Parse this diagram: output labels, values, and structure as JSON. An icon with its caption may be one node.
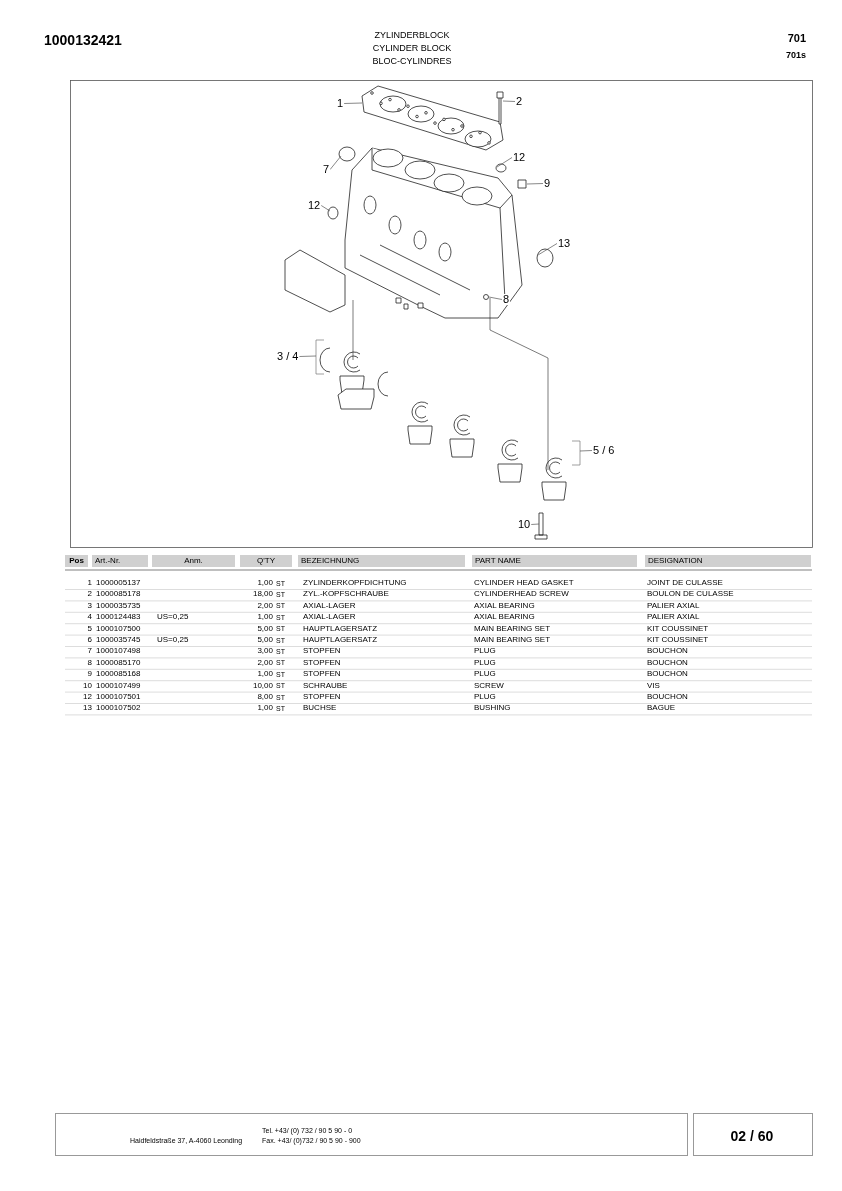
{
  "diagram": {
    "nodes": [
      {
        "text": [
          "1"
        ]
      },
      {
        "text": [
          "2"
        ]
      },
      {
        "text": [
          "7"
        ]
      },
      {
        "text": [
          "12"
        ]
      },
      {
        "text": [
          "9"
        ]
      },
      {
        "text": [
          "12"
        ]
      },
      {
        "text": [
          "13"
        ]
      },
      {
        "text": [
          "8"
        ]
      },
      {
        "text": [
          "3 / 4"
        ]
      },
      {
        "text": [
          "5 / 6"
        ]
      },
      {
        "text": [
          "10"
        ]
      }
    ],
    "edges": [
      {
        "from": 0,
        "to": null,
        "arrow": "none"
      },
      {
        "from": 1,
        "to": null,
        "arrow": "none"
      },
      {
        "from": 2,
        "to": null,
        "arrow": "none"
      },
      {
        "from": 3,
        "to": null,
        "arrow": "none"
      },
      {
        "from": 4,
        "to": null,
        "arrow": "none"
      },
      {
        "from": 5,
        "to": null,
        "arrow": "none"
      },
      {
        "from": 6,
        "to": null,
        "arrow": "none"
      },
      {
        "from": 7,
        "to": null,
        "arrow": "none"
      },
      {
        "from": 8,
        "to": null,
        "arrow": "none"
      },
      {
        "from": 9,
        "to": null,
        "arrow": "none"
      },
      {
        "from": 10,
        "to": null,
        "arrow": "none"
      }
    ],
    "labels": [
      "1000132421",
      "ZYLINDERBLOCK",
      "CYLINDER BLOCK",
      "BLOC-CYLINDRES",
      "701",
      "701s",
      "Pos",
      "Art.-Nr.",
      "Anm.",
      "Q'TY",
      "BEZEICHNUNG",
      "PART NAME",
      "DESIGNATION",
      "1",
      "1000005137",
      "1,00",
      "ST",
      "ZYLINDERKOPFDICHTUNG",
      "CYLINDER HEAD GASKET",
      "JOINT DE CULASSE",
      "2",
      "1000085178",
      "18,00",
      "ST",
      "ZYL.-KOPFSCHRAUBE",
      "CYLINDERHEAD SCREW",
      "BOULON DE CULASSE",
      "3",
      "1000035735",
      "2,00",
      "ST",
      "AXIAL-LAGER",
      "AXIAL BEARING",
      "PALIER AXIAL",
      "4",
      "1000124483",
      "US=0,25",
      "1,00",
      "ST",
      "AXIAL-LAGER",
      "AXIAL BEARING",
      "PALIER AXIAL",
      "5",
      "1000107500",
      "5,00",
      "ST",
      "HAUPTLAGERSATZ",
      "MAIN BEARING SET",
      "KIT COUSSINET",
      "6",
      "1000035745",
      "US=0,25",
      "5,00",
      "ST",
      "HAUPTLAGERSATZ",
      "MAIN BEARING SET",
      "KIT COUSSINET",
      "7",
      "1000107498",
      "3,00",
      "ST",
      "STOPFEN",
      "PLUG",
      "BOUCHON",
      "8",
      "1000085170",
      "2,00",
      "ST",
      "STOPFEN",
      "PLUG",
      "BOUCHON",
      "9",
      "1000085168",
      "1,00",
      "ST",
      "STOPFEN",
      "PLUG",
      "BOUCHON",
      "10",
      "1000107499",
      "10,00",
      "ST",
      "SCHRAUBE",
      "SCREW",
      "VIS",
      "12",
      "1000107501",
      "8,00",
      "ST",
      "STOPFEN",
      "PLUG",
      "BOUCHON",
      "13",
      "1000107502",
      "1,00",
      "ST",
      "BUCHSE",
      "BUSHING",
      "BAGUE",
      "Haidfeldstraße 37, A-4060 Leonding",
      "Tel. +43/ (0) 732 / 90 5 90 - 0",
      "Fax. +43/ (0)732 / 90 5 90 - 900",
      "02 / 60"
    ]
  }
}
